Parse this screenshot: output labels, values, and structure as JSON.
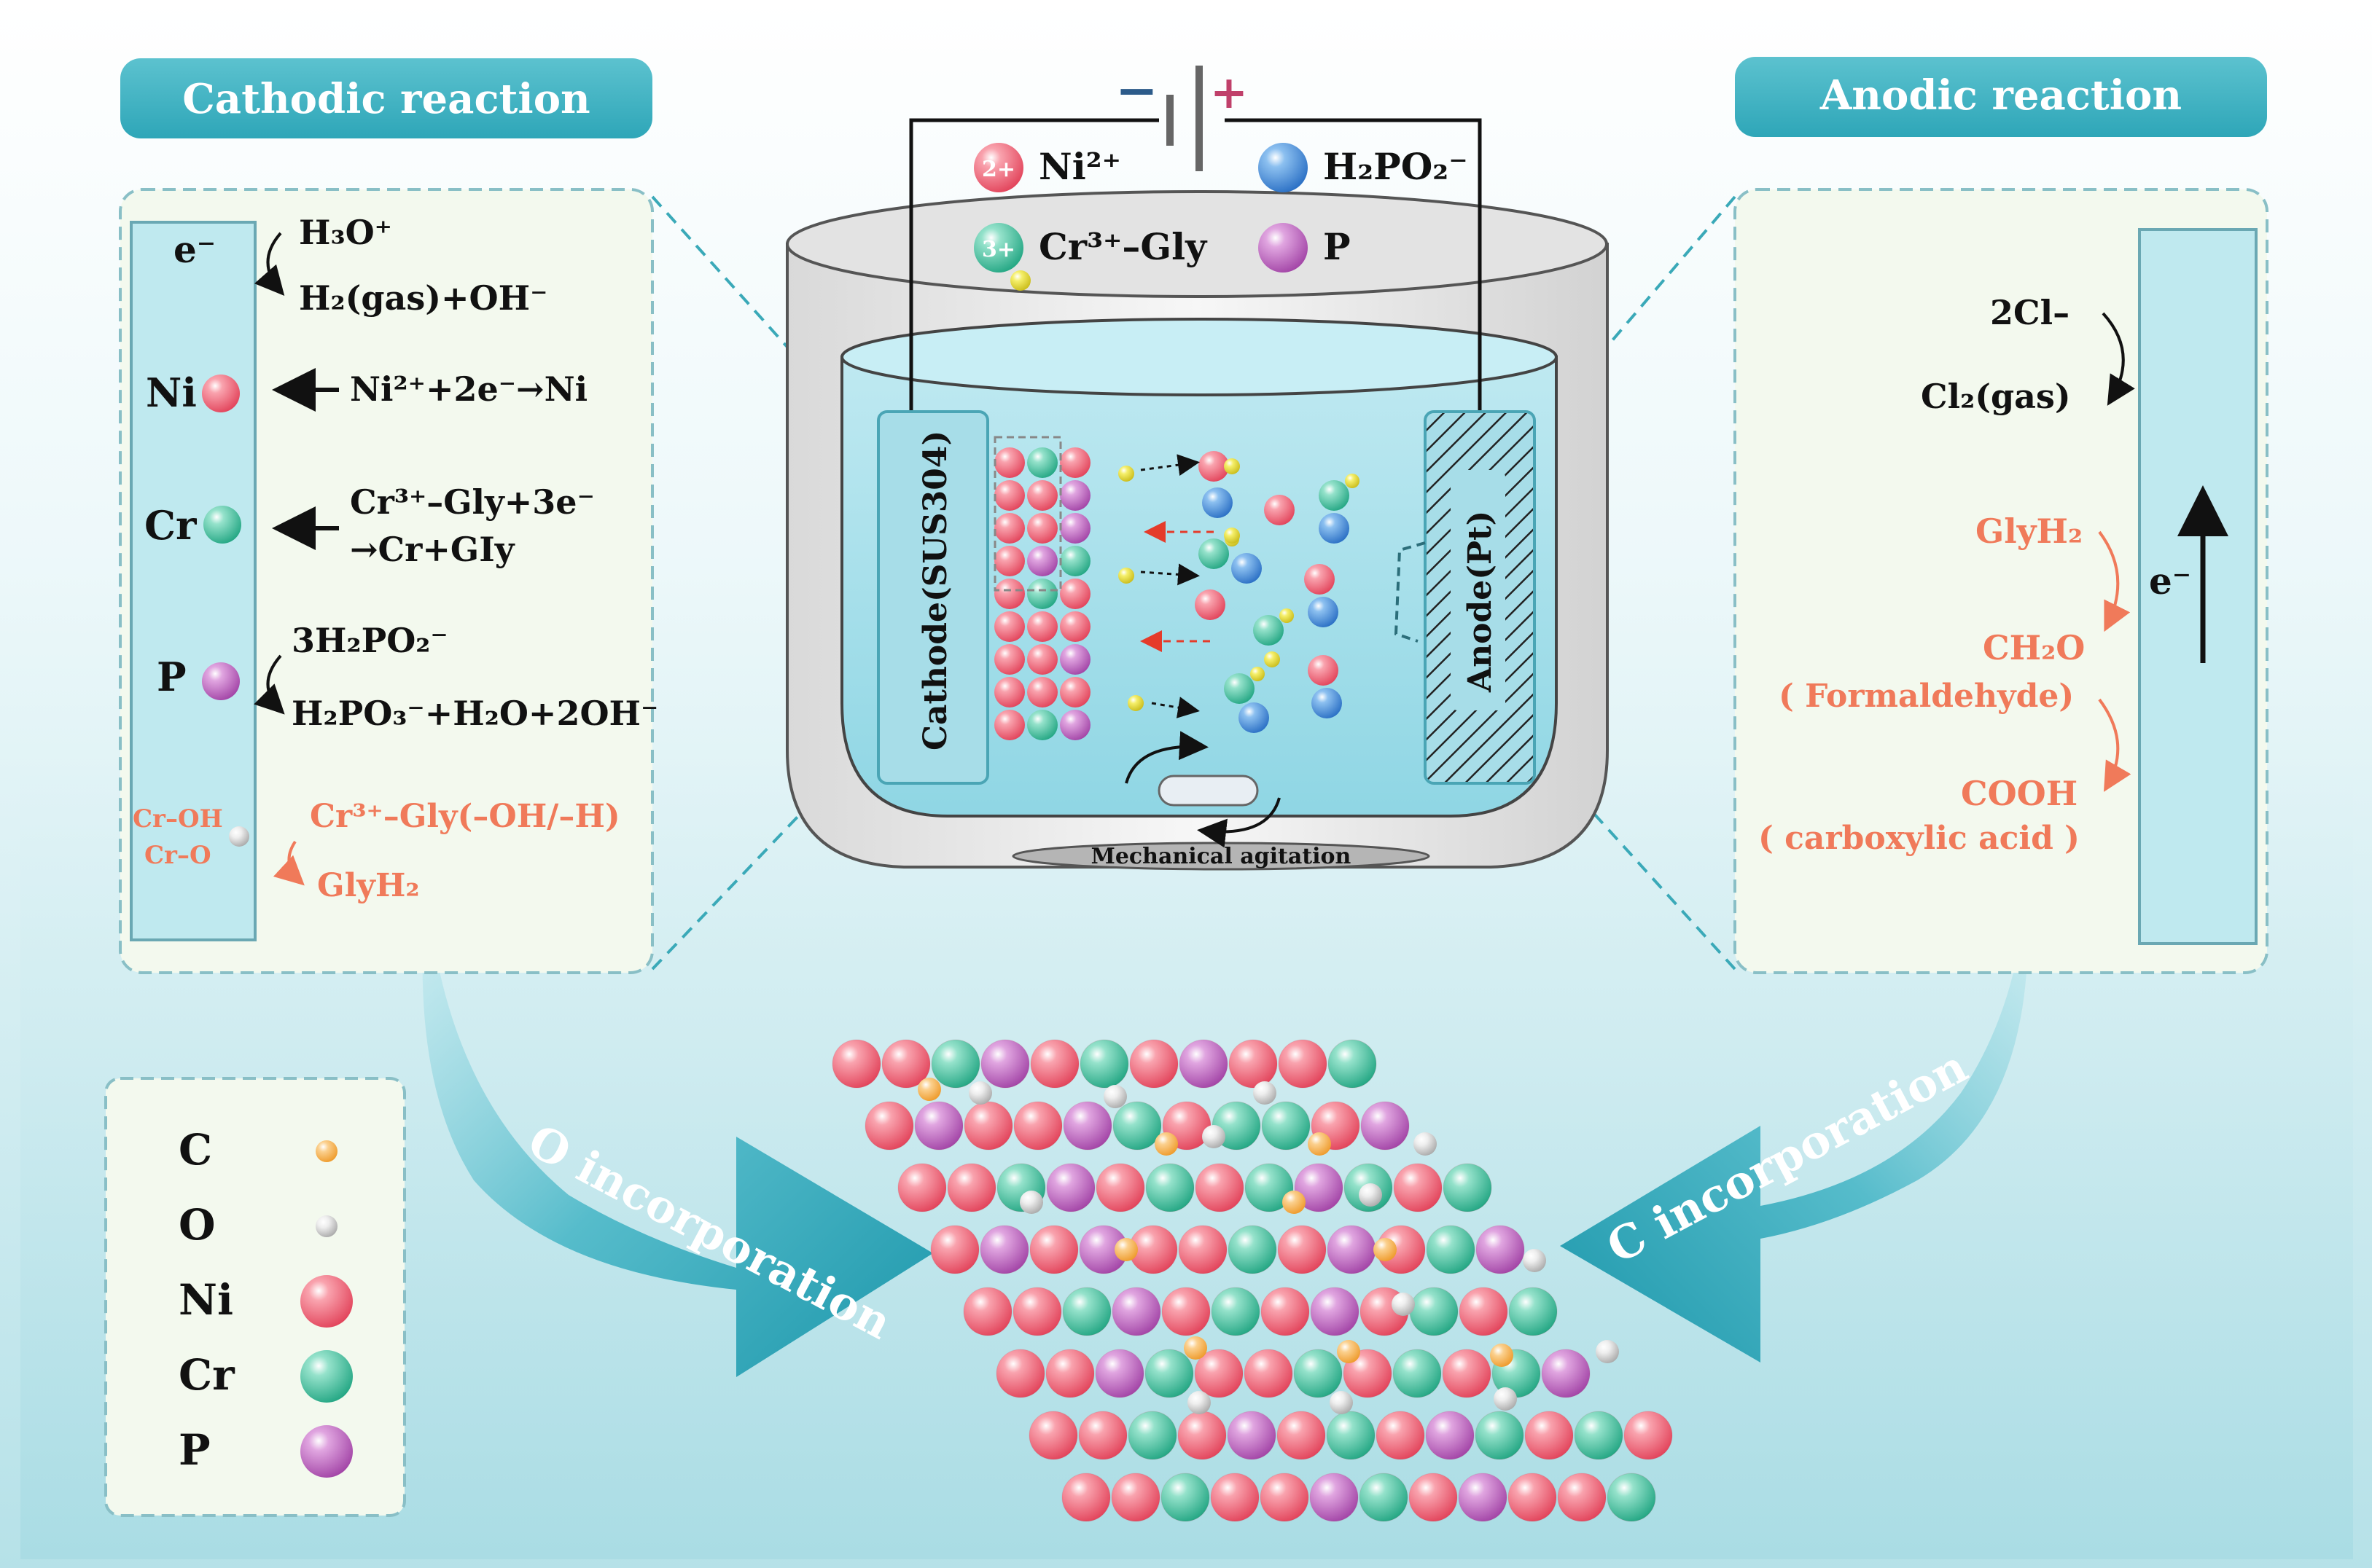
{
  "headers": {
    "cathodic": "Cathodic reaction",
    "anodic": "Anodic reaction"
  },
  "cell": {
    "minus": "−",
    "plus": "+",
    "cathode": "Cathode(SUS304)",
    "anode": "Anode(Pt)",
    "agitation": "Mechanical agitation",
    "ion_legend": [
      {
        "badge": "2+",
        "label": "Ni²⁺",
        "color": "#f26b7a"
      },
      {
        "badge": "",
        "label": "H₂PO₂⁻",
        "color": "#4a90d9"
      },
      {
        "badge": "3+",
        "label": "Cr³⁺–Gly",
        "color": "#4fc4a4"
      },
      {
        "badge": "",
        "label": "P",
        "color": "#c46ac4"
      }
    ]
  },
  "cathodic_panel": {
    "electron": "e⁻",
    "rows": [
      {
        "element": "",
        "eq_top": "H₃O⁺",
        "eq_bottom": "H₂(gas)+OH⁻"
      },
      {
        "element": "Ni",
        "eq_top": "Ni²⁺+2e⁻→Ni",
        "eq_bottom": ""
      },
      {
        "element": "Cr",
        "eq_top": "Cr³⁺–Gly+3e⁻",
        "eq_bottom": "→Cr+GIy"
      },
      {
        "element": "P",
        "eq_top": "3H₂PO₂⁻",
        "eq_bottom": "H₂PO₃⁻+H₂O+2OH⁻"
      }
    ],
    "side_products": [
      "Cr–OH",
      "Cr–O"
    ],
    "orange_top": "Cr³⁺–Gly(–OH/–H)",
    "orange_bottom": "GlyH₂"
  },
  "anodic_panel": {
    "electron": "e⁻",
    "eq_top": "2Cl–",
    "eq_bottom": "Cl₂(gas)",
    "chain": [
      "GlyH₂",
      "CH₂O",
      "( Formaldehyde)",
      "COOH",
      "( carboxylic acid )"
    ]
  },
  "arrows": {
    "left": "O incorporation",
    "right": "C incorporation"
  },
  "legend": {
    "items": [
      {
        "label": "C",
        "color": "#f5b25a"
      },
      {
        "label": "O",
        "color": "#d8d8d8"
      },
      {
        "label": "Ni",
        "color": "#f26b7a"
      },
      {
        "label": "Cr",
        "color": "#4fc4a4"
      },
      {
        "label": "P",
        "color": "#c46ac4"
      }
    ]
  },
  "colors": {
    "ni": "#f26b7a",
    "cr": "#4fc4a4",
    "p": "#c46ac4",
    "c": "#f5b25a",
    "o": "#d8d8d8",
    "h2po2": "#4a90d9",
    "teal": "#3eb3c4",
    "orange_text": "#f07a5a"
  }
}
